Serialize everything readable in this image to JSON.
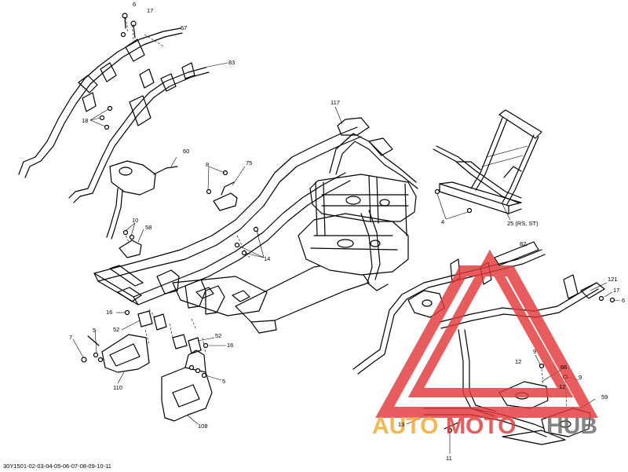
{
  "diagram": {
    "reference_code": "30Y1501-02-03-04-05-06-07-08-09-10-11",
    "callouts": [
      {
        "id": "c6a",
        "label": "6"
      },
      {
        "id": "c17a",
        "label": "17"
      },
      {
        "id": "c67",
        "label": "67"
      },
      {
        "id": "c83",
        "label": "83"
      },
      {
        "id": "c18",
        "label": "18"
      },
      {
        "id": "c60",
        "label": "60"
      },
      {
        "id": "c8",
        "label": "8"
      },
      {
        "id": "c75",
        "label": "75"
      },
      {
        "id": "c117",
        "label": "117"
      },
      {
        "id": "c10",
        "label": "10"
      },
      {
        "id": "c58",
        "label": "58"
      },
      {
        "id": "c14",
        "label": "14"
      },
      {
        "id": "c4",
        "label": "4"
      },
      {
        "id": "c25",
        "label": "25 (RS, ST)"
      },
      {
        "id": "c82",
        "label": "82"
      },
      {
        "id": "c121",
        "label": "121"
      },
      {
        "id": "c17b",
        "label": "17"
      },
      {
        "id": "c6b",
        "label": "6"
      },
      {
        "id": "c16a",
        "label": "16"
      },
      {
        "id": "c52a",
        "label": "52"
      },
      {
        "id": "c5a",
        "label": "5"
      },
      {
        "id": "c7",
        "label": "7"
      },
      {
        "id": "c110",
        "label": "110"
      },
      {
        "id": "c52b",
        "label": "52"
      },
      {
        "id": "c16b",
        "label": "16"
      },
      {
        "id": "c5b",
        "label": "5"
      },
      {
        "id": "c108",
        "label": "108"
      },
      {
        "id": "c9a",
        "label": "9"
      },
      {
        "id": "c12a",
        "label": "12"
      },
      {
        "id": "c66",
        "label": "66"
      },
      {
        "id": "c9b",
        "label": "9"
      },
      {
        "id": "c12b",
        "label": "12"
      },
      {
        "id": "c59",
        "label": "59"
      },
      {
        "id": "c13",
        "label": "13"
      },
      {
        "id": "c11",
        "label": "11"
      }
    ]
  },
  "watermark": {
    "brand_part1": "AUTO",
    "brand_part2": "MOTO",
    "brand_part3": "HUB",
    "color_orange": "#f0a830",
    "color_red": "#e23a3a",
    "color_gray": "#6b6b6b"
  }
}
